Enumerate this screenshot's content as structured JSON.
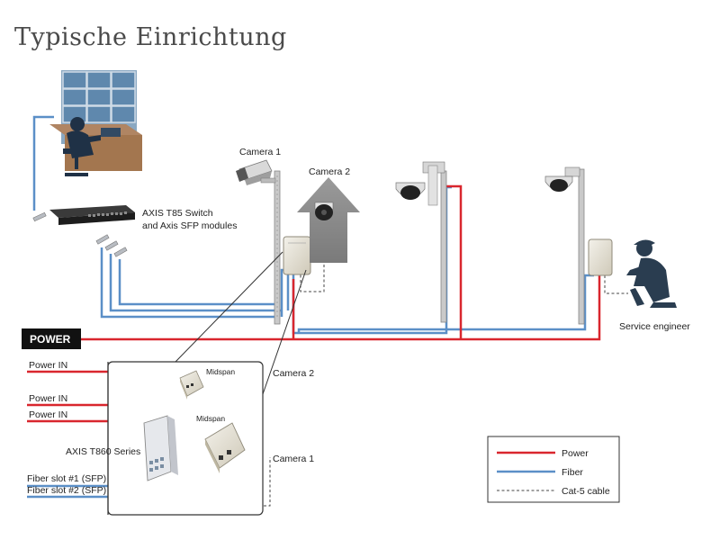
{
  "title": "Typische Einrichtung",
  "labels": {
    "camera1_top": "Camera 1",
    "camera2_top": "Camera 2",
    "switch_line1": "AXIS T85 Switch",
    "switch_line2": "and Axis SFP modules",
    "power_bar": "POWER",
    "service_engineer": "Service engineer",
    "power_in_1": "Power IN",
    "power_in_2": "Power IN",
    "power_in_3": "Power IN",
    "midspan_1": "Midspan",
    "midspan_2": "Midspan",
    "camera2_detail": "Camera 2",
    "camera1_detail": "Camera 1",
    "axis_t860": "AXIS T860 Series",
    "fiber_slot_1": "Fiber slot #1 (SFP)",
    "fiber_slot_2": "Fiber slot #2 (SFP)"
  },
  "legend": [
    {
      "label": "Power",
      "color": "#d9262e",
      "style": "solid"
    },
    {
      "label": "Fiber",
      "color": "#5b8fc7",
      "style": "solid"
    },
    {
      "label": "Cat-5 cable",
      "color": "#444444",
      "style": "dashed"
    }
  ]
}
